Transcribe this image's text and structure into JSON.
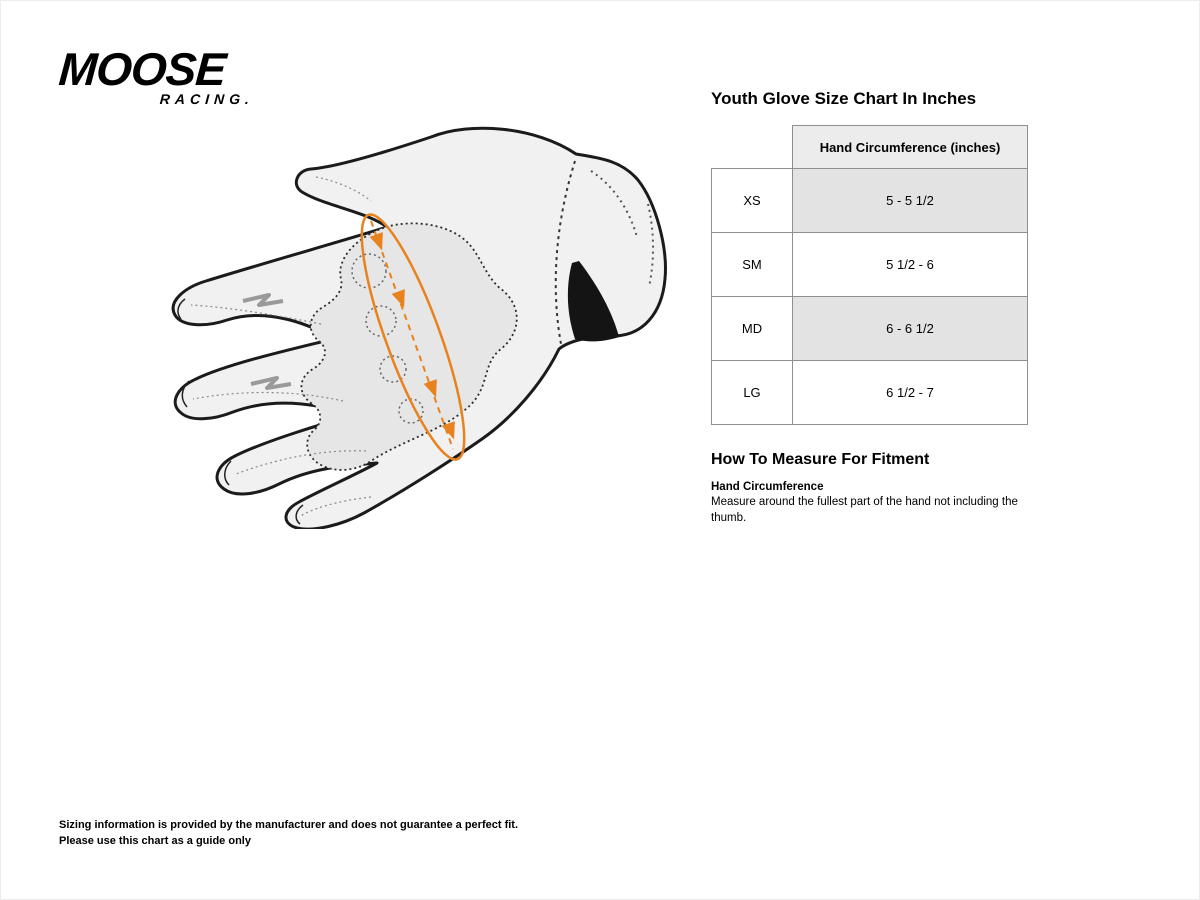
{
  "brand": {
    "line1": "MOOSE",
    "line2": "RACING."
  },
  "size_chart": {
    "title": "Youth Glove Size Chart In Inches",
    "column_header": "Hand Circumference (inches)",
    "rows": [
      {
        "size": "XS",
        "range": "5 - 5 1/2"
      },
      {
        "size": "SM",
        "range": "5 1/2 - 6"
      },
      {
        "size": "MD",
        "range": "6 - 6 1/2"
      },
      {
        "size": "LG",
        "range": "6 1/2 - 7"
      }
    ]
  },
  "how_to_measure": {
    "title": "How To Measure For Fitment",
    "label": "Hand Circumference",
    "text": "Measure around the fullest part of the hand not including the thumb."
  },
  "footer": {
    "line1": "Sizing information is provided by the manufacturer and does not guarantee a perfect fit.",
    "line2": "Please use this chart as a guide only"
  },
  "colors": {
    "accent_orange": "#E8821E",
    "table_shade": "#E3E3E3"
  }
}
